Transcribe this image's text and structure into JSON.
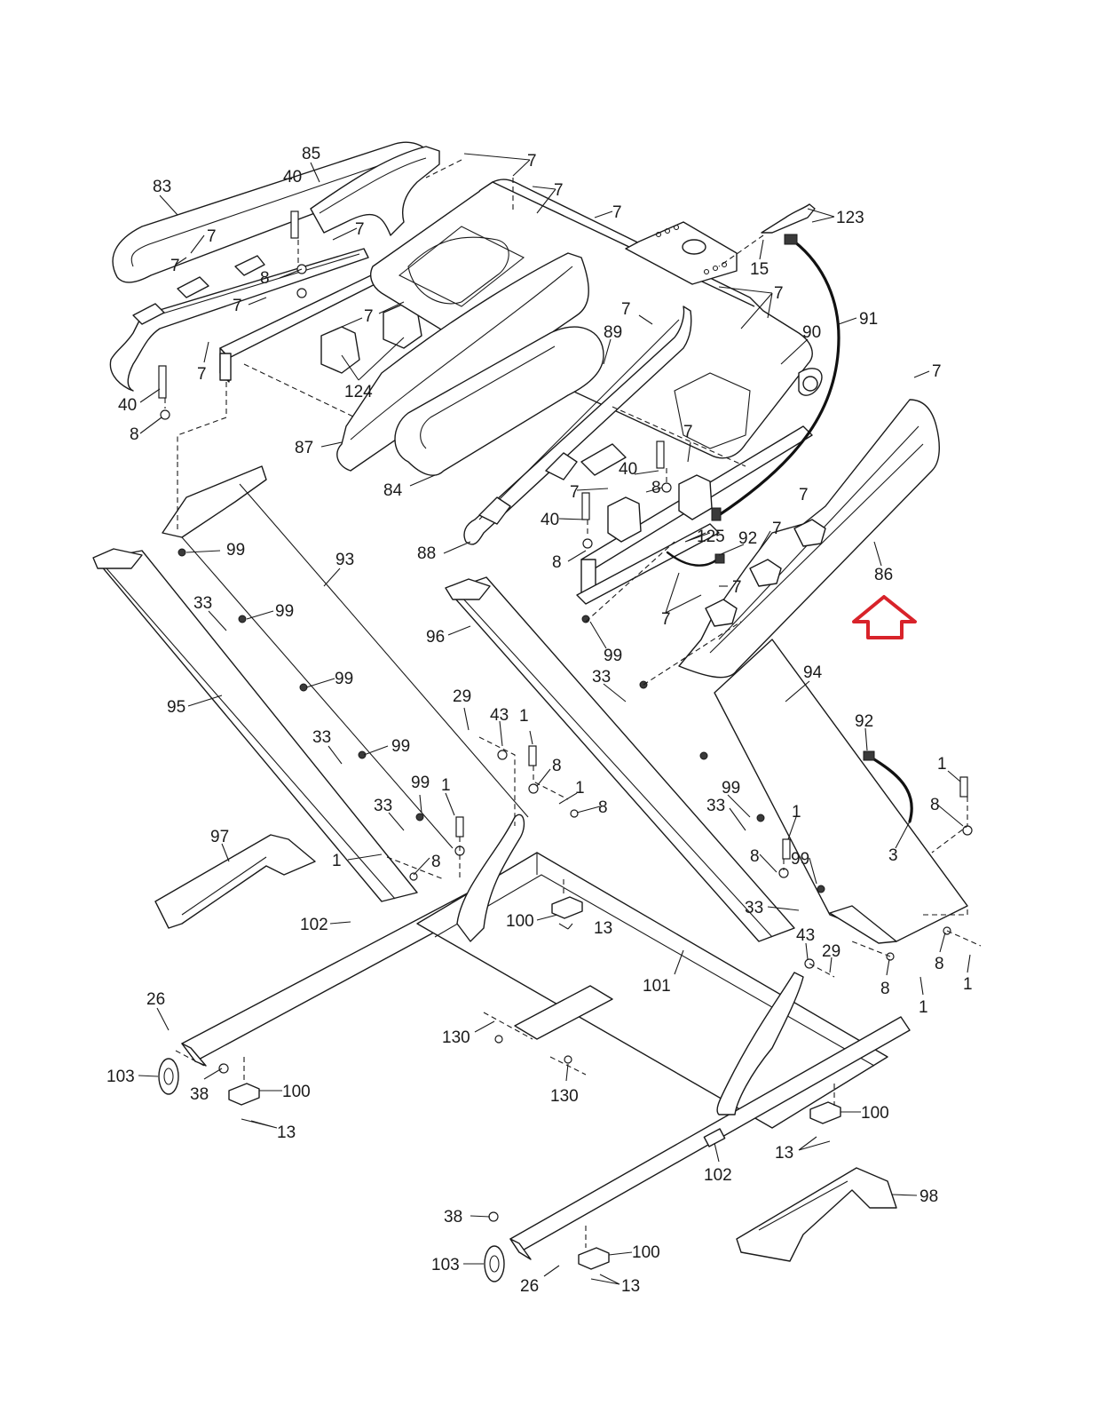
{
  "diagram": {
    "type": "exploded-parts-diagram",
    "highlight_color": "#d8232a",
    "highlighted_part": "86",
    "callouts": [
      {
        "id": "83",
        "label": "83"
      },
      {
        "id": "85",
        "label": "85"
      },
      {
        "id": "40a",
        "label": "40"
      },
      {
        "id": "7a",
        "label": "7"
      },
      {
        "id": "7b",
        "label": "7"
      },
      {
        "id": "7c",
        "label": "7"
      },
      {
        "id": "7d",
        "label": "7"
      },
      {
        "id": "7e",
        "label": "7"
      },
      {
        "id": "7f",
        "label": "7"
      },
      {
        "id": "7g",
        "label": "7"
      },
      {
        "id": "7h",
        "label": "7"
      },
      {
        "id": "7i",
        "label": "7"
      },
      {
        "id": "7j",
        "label": "7"
      },
      {
        "id": "7k",
        "label": "7"
      },
      {
        "id": "7l",
        "label": "7"
      },
      {
        "id": "7m",
        "label": "7"
      },
      {
        "id": "7n",
        "label": "7"
      },
      {
        "id": "7o",
        "label": "7"
      },
      {
        "id": "7p",
        "label": "7"
      },
      {
        "id": "7q",
        "label": "7"
      },
      {
        "id": "7r",
        "label": "7"
      },
      {
        "id": "7s",
        "label": "7"
      },
      {
        "id": "123",
        "label": "123"
      },
      {
        "id": "15",
        "label": "15"
      },
      {
        "id": "8a",
        "label": "8"
      },
      {
        "id": "91",
        "label": "91"
      },
      {
        "id": "89",
        "label": "89"
      },
      {
        "id": "90",
        "label": "90"
      },
      {
        "id": "124",
        "label": "124"
      },
      {
        "id": "40b",
        "label": "40"
      },
      {
        "id": "8b",
        "label": "8"
      },
      {
        "id": "87",
        "label": "87"
      },
      {
        "id": "84",
        "label": "84"
      },
      {
        "id": "40c",
        "label": "40"
      },
      {
        "id": "8c",
        "label": "8"
      },
      {
        "id": "40d",
        "label": "40"
      },
      {
        "id": "8d",
        "label": "8"
      },
      {
        "id": "125",
        "label": "125"
      },
      {
        "id": "92a",
        "label": "92"
      },
      {
        "id": "88",
        "label": "88"
      },
      {
        "id": "86",
        "label": "86"
      },
      {
        "id": "99a",
        "label": "99"
      },
      {
        "id": "93",
        "label": "93"
      },
      {
        "id": "33a",
        "label": "33"
      },
      {
        "id": "99b",
        "label": "99"
      },
      {
        "id": "96",
        "label": "96"
      },
      {
        "id": "99c",
        "label": "99"
      },
      {
        "id": "33b",
        "label": "33"
      },
      {
        "id": "94",
        "label": "94"
      },
      {
        "id": "99d",
        "label": "99"
      },
      {
        "id": "95",
        "label": "95"
      },
      {
        "id": "33c",
        "label": "33"
      },
      {
        "id": "99e",
        "label": "99"
      },
      {
        "id": "29a",
        "label": "29"
      },
      {
        "id": "43a",
        "label": "43"
      },
      {
        "id": "1a",
        "label": "1"
      },
      {
        "id": "92b",
        "label": "92"
      },
      {
        "id": "8e",
        "label": "8"
      },
      {
        "id": "1b",
        "label": "1"
      },
      {
        "id": "8f",
        "label": "8"
      },
      {
        "id": "99f",
        "label": "99"
      },
      {
        "id": "33d",
        "label": "33"
      },
      {
        "id": "1c",
        "label": "1"
      },
      {
        "id": "99g",
        "label": "99"
      },
      {
        "id": "33e",
        "label": "33"
      },
      {
        "id": "1d",
        "label": "1"
      },
      {
        "id": "8g",
        "label": "8"
      },
      {
        "id": "3",
        "label": "3"
      },
      {
        "id": "97",
        "label": "97"
      },
      {
        "id": "1e",
        "label": "1"
      },
      {
        "id": "8h",
        "label": "8"
      },
      {
        "id": "1f",
        "label": "1"
      },
      {
        "id": "8i",
        "label": "8"
      },
      {
        "id": "99h",
        "label": "99"
      },
      {
        "id": "33f",
        "label": "33"
      },
      {
        "id": "102a",
        "label": "102"
      },
      {
        "id": "100a",
        "label": "100"
      },
      {
        "id": "13a",
        "label": "13"
      },
      {
        "id": "43b",
        "label": "43"
      },
      {
        "id": "29b",
        "label": "29"
      },
      {
        "id": "8j",
        "label": "8"
      },
      {
        "id": "1g",
        "label": "1"
      },
      {
        "id": "8k",
        "label": "8"
      },
      {
        "id": "1h",
        "label": "1"
      },
      {
        "id": "101",
        "label": "101"
      },
      {
        "id": "26a",
        "label": "26"
      },
      {
        "id": "130a",
        "label": "130"
      },
      {
        "id": "103a",
        "label": "103"
      },
      {
        "id": "38a",
        "label": "38"
      },
      {
        "id": "100b",
        "label": "100"
      },
      {
        "id": "130b",
        "label": "130"
      },
      {
        "id": "13b",
        "label": "13"
      },
      {
        "id": "100c",
        "label": "100"
      },
      {
        "id": "13c",
        "label": "13"
      },
      {
        "id": "102b",
        "label": "102"
      },
      {
        "id": "98",
        "label": "98"
      },
      {
        "id": "38b",
        "label": "38"
      },
      {
        "id": "100d",
        "label": "100"
      },
      {
        "id": "103b",
        "label": "103"
      },
      {
        "id": "26b",
        "label": "26"
      },
      {
        "id": "13d",
        "label": "13"
      }
    ]
  }
}
